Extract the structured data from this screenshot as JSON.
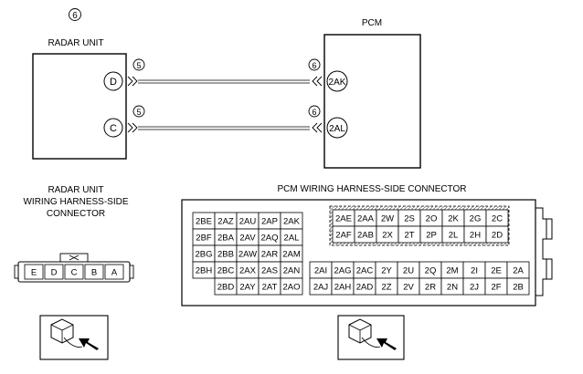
{
  "radar_unit": {
    "circle_number": "6",
    "title": "RADAR UNIT",
    "pins": [
      {
        "label": "D",
        "connector_number": "5"
      },
      {
        "label": "C",
        "connector_number": "5"
      }
    ]
  },
  "pcm": {
    "title": "PCM",
    "pins": [
      {
        "label": "2AK",
        "connector_number": "6"
      },
      {
        "label": "2AL",
        "connector_number": "6"
      }
    ]
  },
  "radar_connector": {
    "title_lines": [
      "RADAR UNIT",
      "WIRING HARNESS-SIDE",
      "CONNECTOR"
    ],
    "pins": [
      "E",
      "D",
      "C",
      "B",
      "A"
    ]
  },
  "pcm_connector": {
    "title": "PCM WIRING HARNESS-SIDE CONNECTOR",
    "left_block": [
      [
        "2BE",
        "2AZ",
        "2AU",
        "2AP",
        "2AK"
      ],
      [
        "2BF",
        "2BA",
        "2AV",
        "2AQ",
        "2AL"
      ],
      [
        "2BG",
        "2BB",
        "2AW",
        "2AR",
        "2AM"
      ],
      [
        "2BH",
        "2BC",
        "2AX",
        "2AS",
        "2AN"
      ],
      [
        "",
        "2BD",
        "2AY",
        "2AT",
        "2AO"
      ]
    ],
    "right_top": [
      [
        "2AE",
        "2AA",
        "2W",
        "2S",
        "2O",
        "2K",
        "2G",
        "2C"
      ],
      [
        "2AF",
        "2AB",
        "2X",
        "2T",
        "2P",
        "2L",
        "2H",
        "2D"
      ]
    ],
    "right_bottom": [
      [
        "2AI",
        "2AG",
        "2AC",
        "2Y",
        "2U",
        "2Q",
        "2M",
        "2I",
        "2E",
        "2A"
      ],
      [
        "2AJ",
        "2AH",
        "2AD",
        "2Z",
        "2V",
        "2R",
        "2N",
        "2J",
        "2F",
        "2B"
      ]
    ]
  },
  "view_icons": [
    "connector-view-icon",
    "connector-view-icon"
  ]
}
